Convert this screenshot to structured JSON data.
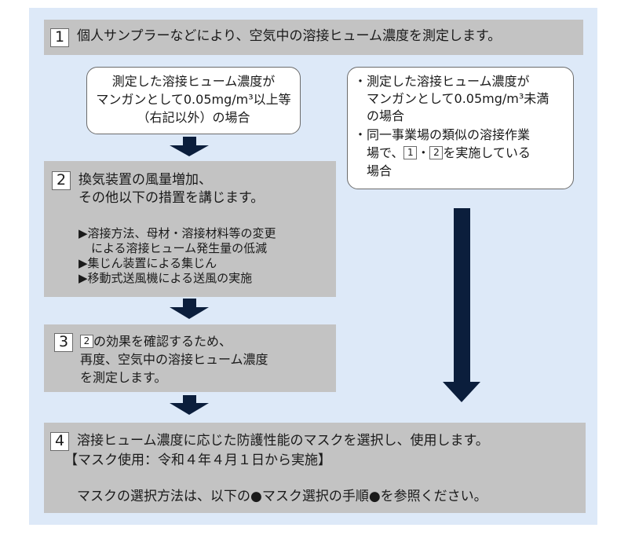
{
  "step1": {
    "num": "1",
    "text": "個人サンプラーなどにより、空気中の溶接ヒューム濃度を測定します。"
  },
  "condition_left": {
    "line1": "測定した溶接ヒューム濃度が",
    "line2": "マンガンとして0.05mg/m³以上等",
    "line3": "（右記以外）の場合"
  },
  "condition_right": {
    "bullet1_line1": "・測定した溶接ヒューム濃度が",
    "bullet1_line2": "マンガンとして0.05mg/m³未満",
    "bullet1_line3": "の場合",
    "bullet2_line1": "・同一事業場の類似の溶接作業",
    "bullet2_prefix": "場で、",
    "bullet2_ref1": "1",
    "bullet2_sep": "・",
    "bullet2_ref2": "2",
    "bullet2_suffix": "を実施している",
    "bullet2_line3": "場合"
  },
  "step2": {
    "num": "2",
    "line1": "換気装置の風量増加、",
    "line2": "その他以下の措置を講じます。",
    "item1_line1": "▶溶接方法、母材・溶接材料等の変更",
    "item1_line2": "による溶接ヒューム発生量の低減",
    "item2": "▶集じん装置による集じん",
    "item3": "▶移動式送風機による送風の実施"
  },
  "step3": {
    "num": "3",
    "ref": "2",
    "line1": "の効果を確認するため、",
    "line2": "再度、空気中の溶接ヒューム濃度",
    "line3": "を測定します。"
  },
  "step4": {
    "num": "4",
    "line1": "溶接ヒューム濃度に応じた防護性能のマスクを選択し、使用します。",
    "line2": "【マスク使用：令和４年４月１日から実施】",
    "line3": "マスクの選択方法は、以下の●マスク選択の手順●を参照ください。"
  },
  "colors": {
    "panel": "#dde9f8",
    "box": "#c3c3c3",
    "arrow": "#0b1e3c",
    "border": "#6b6b6b"
  }
}
